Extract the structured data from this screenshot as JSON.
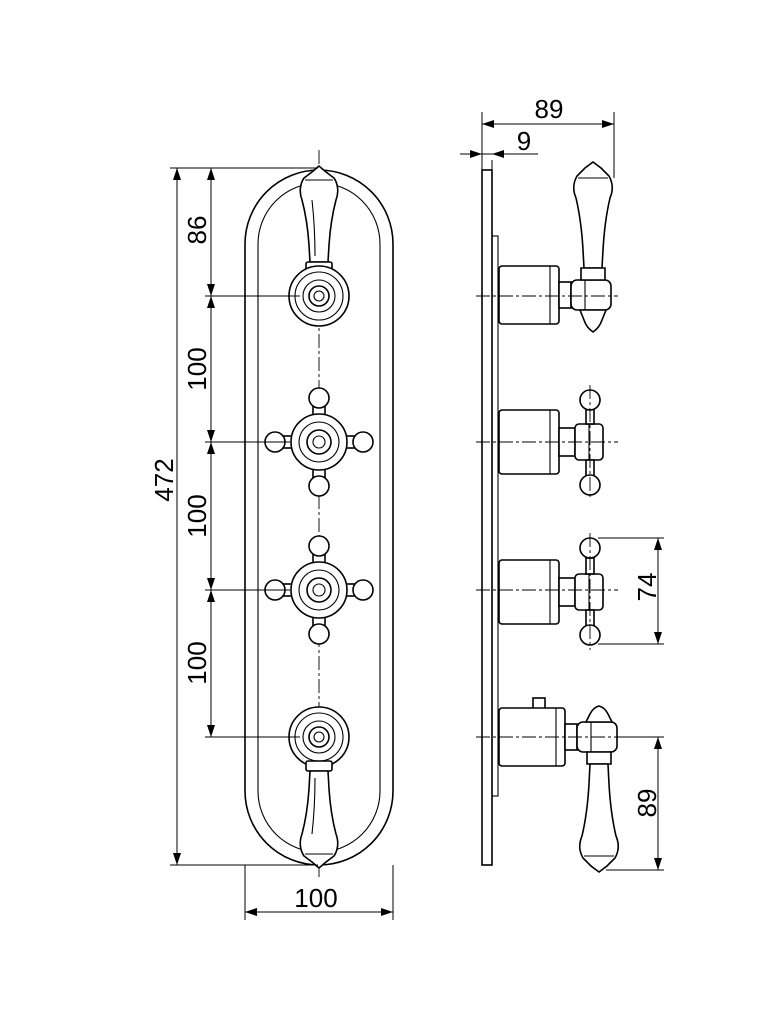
{
  "drawing": {
    "dimensions": {
      "top_to_first_axis": "86",
      "axis_spacing_1": "100",
      "axis_spacing_2": "100",
      "axis_spacing_3": "100",
      "total_height": "472",
      "plate_width": "100",
      "total_depth": "89",
      "plate_thickness": "9",
      "cross_handle_span": "74",
      "lever_handle_length": "89"
    }
  }
}
